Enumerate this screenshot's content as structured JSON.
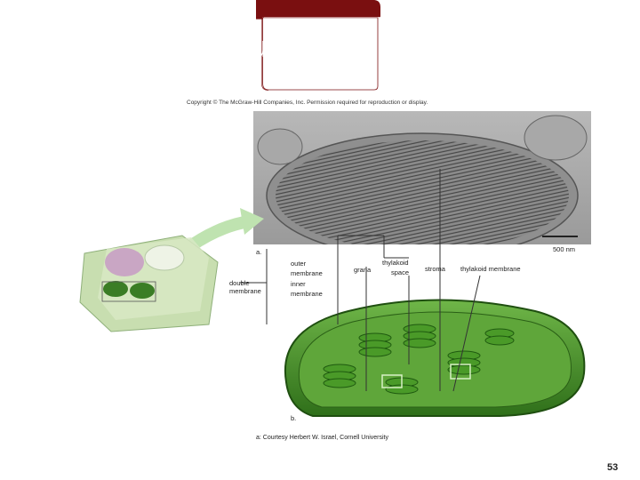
{
  "slide": {
    "title": "Chloroplast Structure",
    "copyright": "Copyright © The McGraw-Hill Companies, Inc. Permission required for reproduction or display.",
    "page_number": "53"
  },
  "labels": {
    "panel_a": "a.",
    "panel_b": "b.",
    "scale_bar": "500 nm",
    "double_membrane_1": "double",
    "double_membrane_2": "membrane",
    "outer_membrane_1": "outer",
    "outer_membrane_2": "membrane",
    "inner_membrane_1": "inner",
    "inner_membrane_2": "membrane",
    "grana": "grana",
    "thylakoid_space_1": "thylakoid",
    "thylakoid_space_2": "space",
    "stroma": "stroma",
    "thylakoid_membrane": "thylakoid membrane",
    "credit": "a: Courtesy Herbert W. Israel, Cornell University"
  },
  "colors": {
    "banner": "#7a0f10",
    "banner_dark": "#5a0a0b",
    "chloroplast_green": "#4d9a2a",
    "chloroplast_dark": "#2f6f1a",
    "micrograph_gray": "#9a9a9a"
  }
}
